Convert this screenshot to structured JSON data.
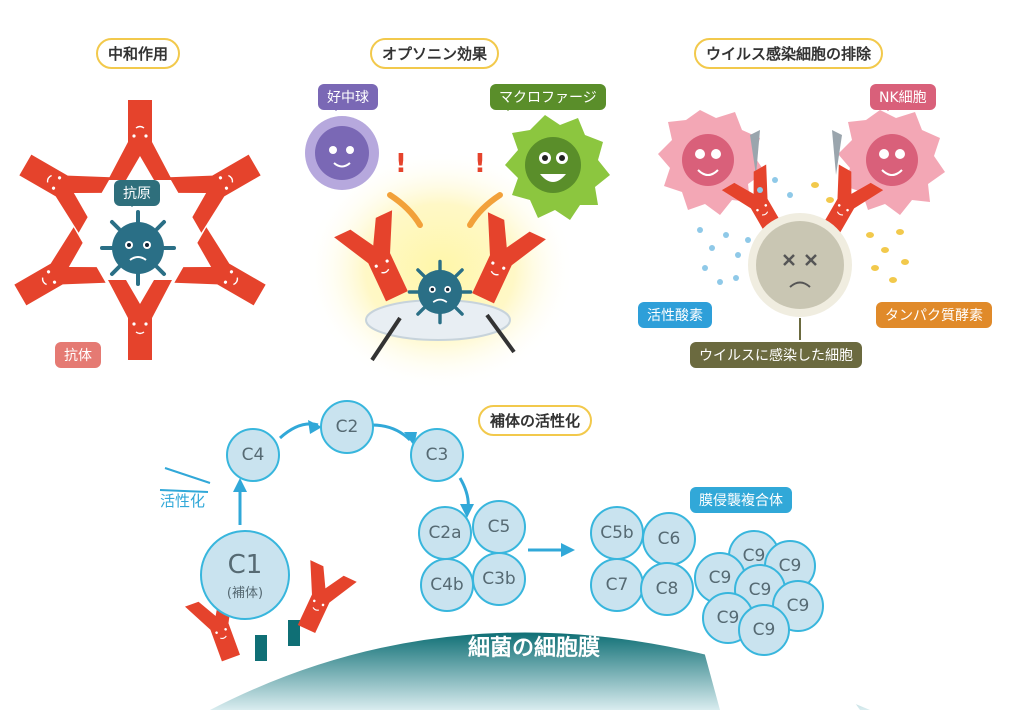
{
  "sections": {
    "neutralization": "中和作用",
    "opsonization": "オプソニン効果",
    "elimination": "ウイルス感染細胞の排除",
    "complement": "補体の活性化"
  },
  "labels": {
    "antigen": "抗原",
    "antibody": "抗体",
    "neutrophil": "好中球",
    "macrophage": "マクロファージ",
    "nk_cell": "NK細胞",
    "active_oxygen": "活性酸素",
    "protease": "タンパク質酵素",
    "infected_cell": "ウイルスに感染した細胞",
    "activation": "活性化",
    "mac": "膜侵襲複合体",
    "membrane": "細菌の細胞膜"
  },
  "complement": {
    "c1": "C1",
    "c1_sub": "(補体)",
    "c4": "C4",
    "c2": "C2",
    "c3": "C3",
    "c2a": "C2a",
    "c5": "C5",
    "c4b": "C4b",
    "c3b": "C3b",
    "c5b": "C5b",
    "c6": "C6",
    "c7": "C7",
    "c8": "C8",
    "c9": "C9"
  },
  "colors": {
    "antibody_red": "#e5432c",
    "virus_teal": "#2a6f86",
    "complement_fill": "#c9e3ef",
    "complement_stroke": "#38b6dd",
    "membrane_teal": "#0f6f75",
    "arrow_orange": "#f2a13a",
    "arrow_blue": "#31a8d8"
  }
}
